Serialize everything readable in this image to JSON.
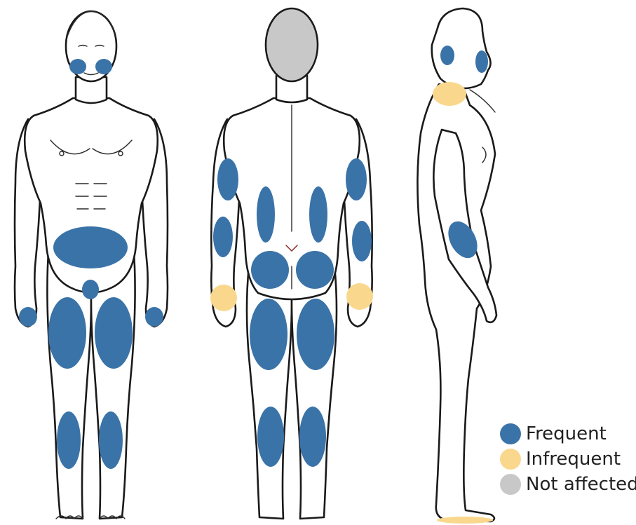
{
  "colors": {
    "frequent": "#3a73a8",
    "infrequent": "#f9d88e",
    "not_affected": "#c8c8c8"
  },
  "views": [
    "front",
    "back",
    "side"
  ],
  "legend": [
    {
      "key": "frequent",
      "label": "Frequent",
      "color": "#3a73a8"
    },
    {
      "key": "infrequent",
      "label": "Infrequent",
      "color": "#f9d88e"
    },
    {
      "key": "not_affected",
      "label": "Not affected",
      "color": "#c8c8c8"
    }
  ],
  "regions": {
    "front": {
      "frequent": [
        "left cheek",
        "right cheek",
        "lower abdomen",
        "genitals",
        "right hand",
        "left hand",
        "right thigh",
        "left thigh",
        "right shin",
        "left shin"
      ]
    },
    "back": {
      "not_affected": [
        "scalp"
      ],
      "frequent": [
        "right upper arm",
        "left upper arm",
        "right forearm",
        "left forearm",
        "right flank",
        "left flank",
        "right buttock",
        "left buttock",
        "right posterior thigh",
        "left posterior thigh",
        "right calf",
        "left calf"
      ],
      "infrequent": [
        "right palm",
        "left palm"
      ]
    },
    "side": {
      "frequent": [
        "ear",
        "nose",
        "forearm"
      ],
      "infrequent": [
        "neck",
        "sole"
      ]
    }
  }
}
